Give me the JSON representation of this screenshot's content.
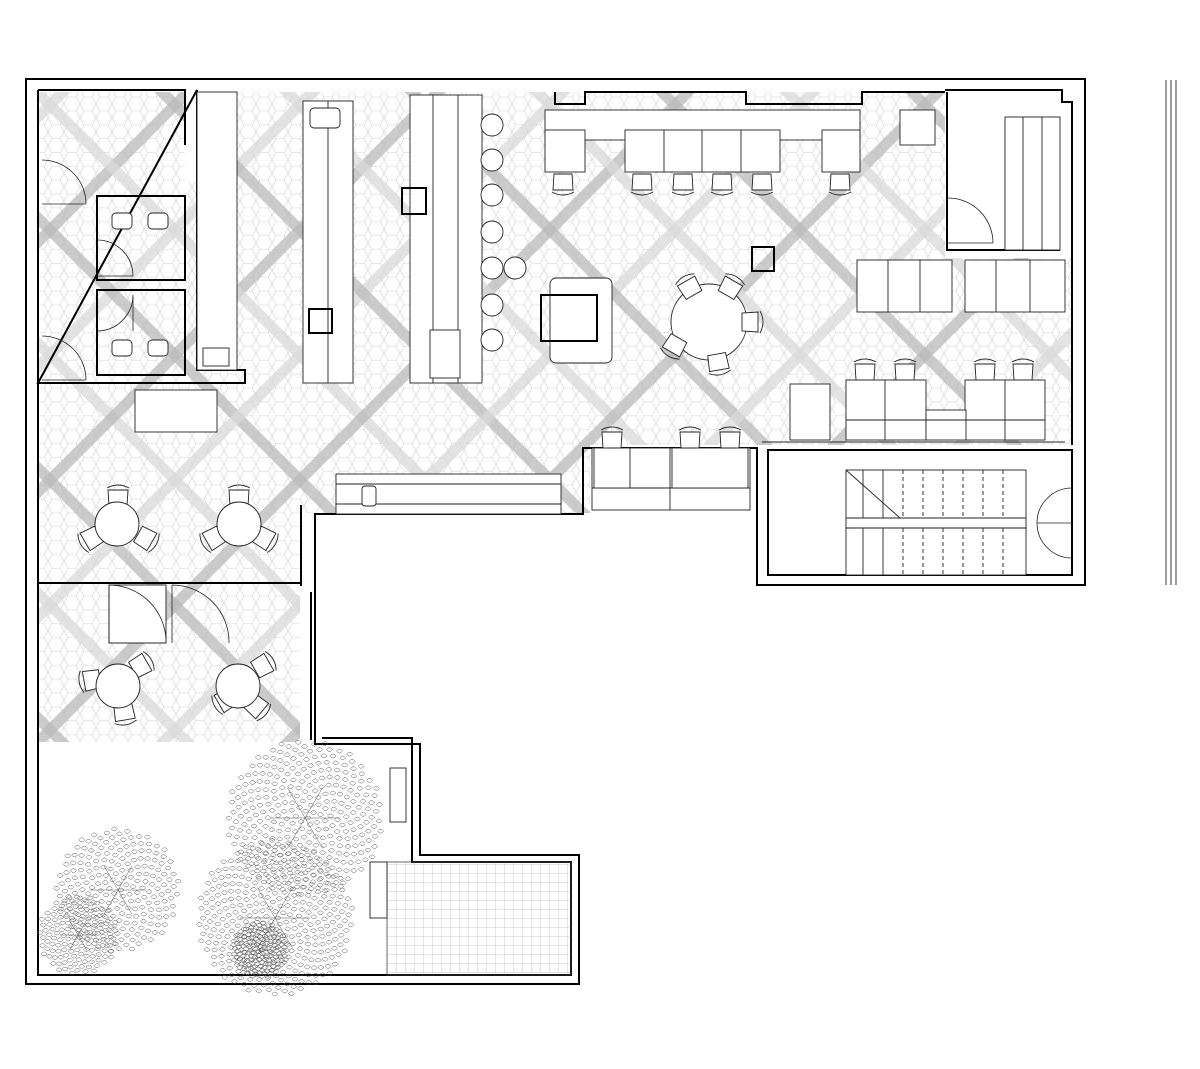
{
  "drawing": {
    "kind": "architectural-floor-plan",
    "labels": [],
    "colors": {
      "line": "#000000",
      "tile_stroke": "#cfcfcf",
      "diagonal_band_dark": "#b9b9b9",
      "diagonal_band_light": "#d9d9d9",
      "background": "#ffffff"
    }
  },
  "rooms": [
    {
      "id": "toilets",
      "fixtures": 4
    },
    {
      "id": "service-corridor"
    },
    {
      "id": "bar-counters",
      "counters": 2
    },
    {
      "id": "main-dining",
      "round_tables": 1,
      "square_tables": 1
    },
    {
      "id": "west-dining",
      "round_tables": 4
    },
    {
      "id": "banquette-lounge"
    },
    {
      "id": "entrance-vestibule"
    },
    {
      "id": "staircase"
    },
    {
      "id": "garden-terrace"
    },
    {
      "id": "outdoor-deck"
    }
  ]
}
